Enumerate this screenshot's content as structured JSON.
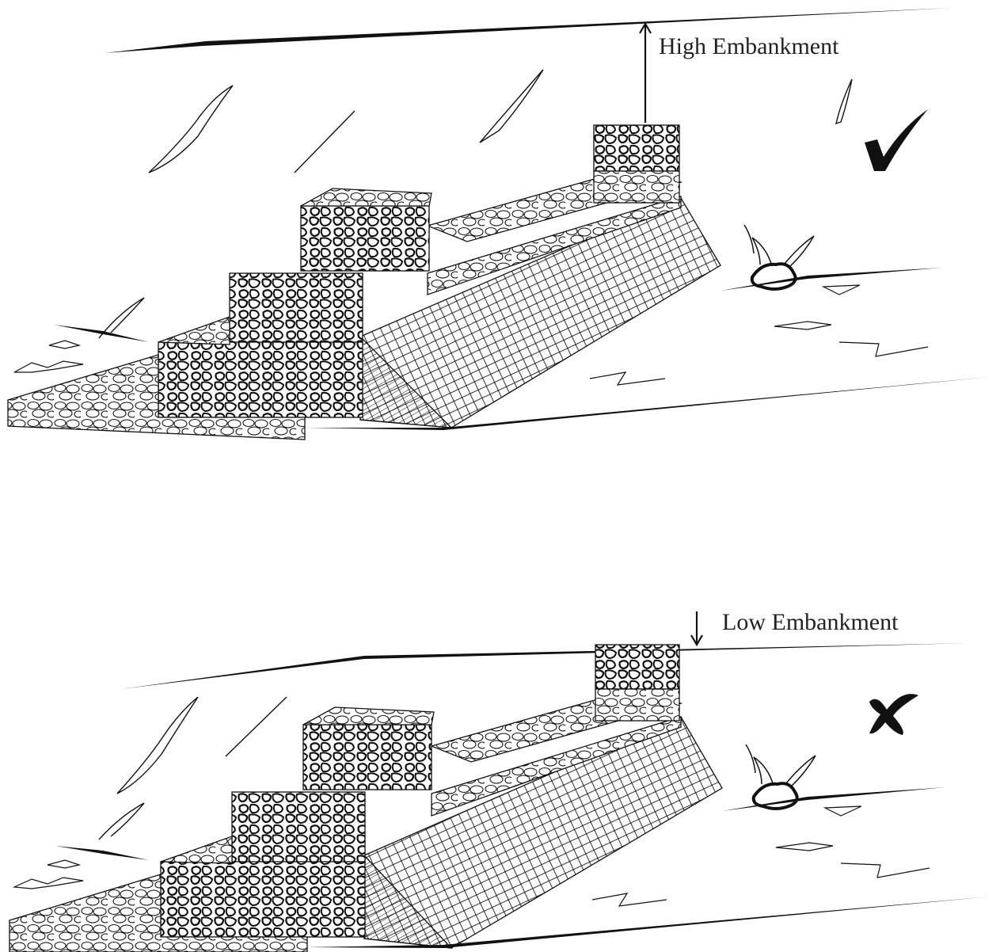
{
  "panels": [
    {
      "label": "High Embankment",
      "verdict": "correct",
      "verdict_icon": "check-mark-icon"
    },
    {
      "label": "Low  Embankment",
      "verdict": "incorrect",
      "verdict_icon": "cross-mark-icon"
    }
  ],
  "colors": {
    "ink": "#111111",
    "background": "#ffffff"
  }
}
